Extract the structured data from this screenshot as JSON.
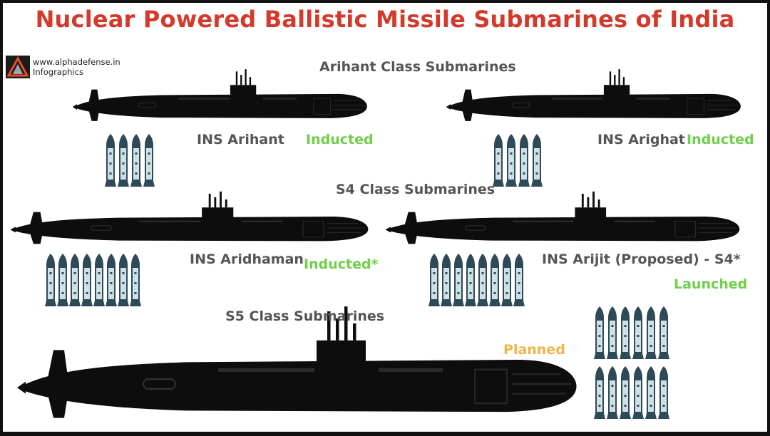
{
  "title": "Nuclear Powered Ballistic Missile Submarines of India",
  "brand": {
    "site": "www.alphadefense.in",
    "sub": "Infographics"
  },
  "sections": {
    "arihant": "Arihant Class Submarines",
    "s4": "S4 Class Submarines",
    "s5": "S5 Class Submarines"
  },
  "submarines": [
    {
      "name": "INS Arihant",
      "status": "Inducted",
      "missiles": 4
    },
    {
      "name": "INS Arighat",
      "status": "Inducted",
      "missiles": 4
    },
    {
      "name": "INS Aridhaman",
      "status": "Inducted*",
      "missiles": 8
    },
    {
      "name": "INS Arijit (Proposed) - S4*",
      "status": "Launched",
      "missiles": 8
    },
    {
      "name": "",
      "status": "Planned",
      "missiles": 12
    }
  ],
  "colors": {
    "title": "#d43a2c",
    "inducted": "#6fcf4a",
    "planned": "#f0b545",
    "hull": "#0d0d0d",
    "missile": "#2f4a57"
  }
}
